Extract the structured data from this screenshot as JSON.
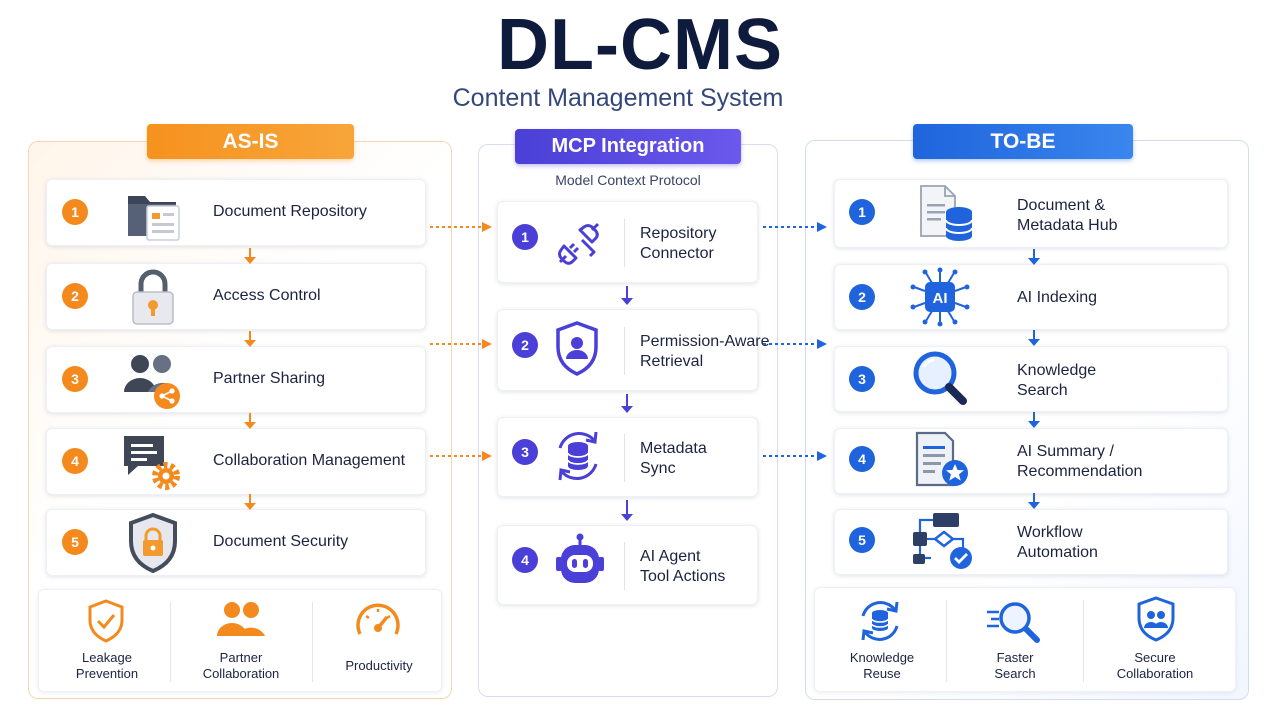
{
  "title": "DL-CMS",
  "subtitle": "Content Management System",
  "colors": {
    "asis": "#f48a1e",
    "mcp": "#4a3fd6",
    "tobe": "#1f64dc"
  },
  "asis": {
    "header": "AS-IS",
    "items": [
      {
        "num": "1",
        "label": "Document Repository",
        "icon": "folder-icon"
      },
      {
        "num": "2",
        "label": "Access Control",
        "icon": "padlock-icon"
      },
      {
        "num": "3",
        "label": "Partner Sharing",
        "icon": "users-share-icon"
      },
      {
        "num": "4",
        "label": "Collaboration Management",
        "icon": "chat-gear-icon"
      },
      {
        "num": "5",
        "label": "Document Security",
        "icon": "shield-lock-icon"
      }
    ],
    "benefits": [
      {
        "line1": "Leakage",
        "line2": "Prevention",
        "icon": "shield-check-icon"
      },
      {
        "line1": "Partner",
        "line2": "Collaboration",
        "icon": "people-icon"
      },
      {
        "line1": "Productivity",
        "line2": "",
        "icon": "gauge-icon"
      }
    ]
  },
  "mcp": {
    "header": "MCP Integration",
    "subtitle": "Model Context Protocol",
    "items": [
      {
        "num": "1",
        "line1": "Repository",
        "line2": "Connector",
        "icon": "plug-icon"
      },
      {
        "num": "2",
        "line1": "Permission-Aware",
        "line2": "Retrieval",
        "icon": "shield-user-icon"
      },
      {
        "num": "3",
        "line1": "Metadata",
        "line2": "Sync",
        "icon": "database-sync-icon"
      },
      {
        "num": "4",
        "line1": "AI Agent",
        "line2": "Tool Actions",
        "icon": "robot-icon"
      }
    ]
  },
  "tobe": {
    "header": "TO-BE",
    "items": [
      {
        "num": "1",
        "line1": "Document &",
        "line2": "Metadata Hub",
        "icon": "doc-database-icon"
      },
      {
        "num": "2",
        "line1": "AI Indexing",
        "line2": "",
        "icon": "ai-chip-icon"
      },
      {
        "num": "3",
        "line1": "Knowledge",
        "line2": "Search",
        "icon": "magnifier-icon"
      },
      {
        "num": "4",
        "line1": "AI Summary /",
        "line2": "Recommendation",
        "icon": "doc-star-icon"
      },
      {
        "num": "5",
        "line1": "Workflow",
        "line2": "Automation",
        "icon": "workflow-icon"
      }
    ],
    "benefits": [
      {
        "line1": "Knowledge",
        "line2": "Reuse",
        "icon": "database-cycle-icon"
      },
      {
        "line1": "Faster",
        "line2": "Search",
        "icon": "fast-search-icon"
      },
      {
        "line1": "Secure",
        "line2": "Collaboration",
        "icon": "shield-people-icon"
      }
    ]
  }
}
